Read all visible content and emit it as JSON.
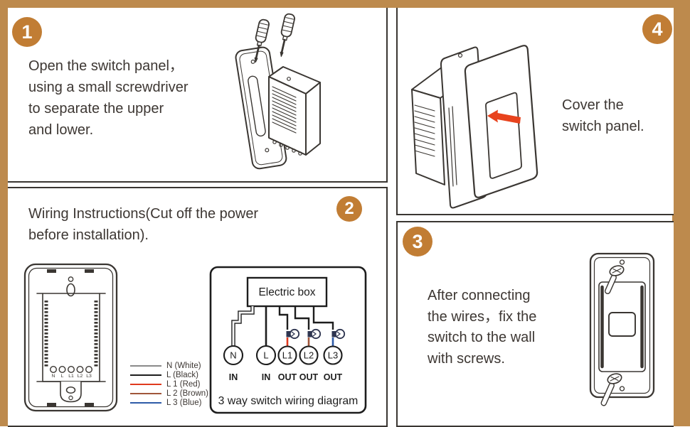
{
  "colors": {
    "frame": "#bd8a4d",
    "step_badge": "#c17d34",
    "panel_border": "#3a3632",
    "ink": "#3d3733",
    "arrow_red": "#e8431d",
    "wire_white": "#f4f4f4",
    "wire_white_outline": "#8a8a8a",
    "wire_black": "#1d1d1d",
    "wire_red": "#e03a1e",
    "wire_brown": "#a0563a",
    "wire_blue": "#2e5ba8",
    "bulb": "#2e3550"
  },
  "steps": {
    "one": {
      "number": "1",
      "lines": [
        "Open the switch panel，",
        "using a small screwdriver",
        "to separate the upper",
        "and lower."
      ]
    },
    "two": {
      "number": "2",
      "lines": [
        "Wiring Instructions(Cut off the power",
        "before installation)."
      ]
    },
    "three": {
      "number": "3",
      "lines": [
        "After connecting",
        "the wires，fix the",
        "switch to the wall",
        "with screws."
      ]
    },
    "four": {
      "number": "4",
      "lines": [
        "Cover the",
        "switch panel."
      ]
    }
  },
  "switch_front": {
    "terminals": [
      "N",
      "L",
      "L1",
      "L2",
      "L3"
    ]
  },
  "legend": {
    "items": [
      {
        "label": "N (White)",
        "color": "#f4f4f4",
        "outline": "#8a8a8a"
      },
      {
        "label": "L (Black)",
        "color": "#1d1d1d",
        "outline": "#1d1d1d"
      },
      {
        "label": "L 1 (Red)",
        "color": "#e03a1e",
        "outline": "#e03a1e"
      },
      {
        "label": "L 2 (Brown)",
        "color": "#a0563a",
        "outline": "#a0563a"
      },
      {
        "label": "L 3 (Blue)",
        "color": "#2e5ba8",
        "outline": "#2e5ba8"
      }
    ]
  },
  "diagram": {
    "box_label": "Electric box",
    "caption": "3 way switch wiring diagram",
    "terminals": [
      {
        "name": "N",
        "direction": "IN"
      },
      {
        "name": "L",
        "direction": "IN"
      },
      {
        "name": "L1",
        "direction": "OUT"
      },
      {
        "name": "L2",
        "direction": "OUT"
      },
      {
        "name": "L3",
        "direction": "OUT"
      }
    ]
  }
}
